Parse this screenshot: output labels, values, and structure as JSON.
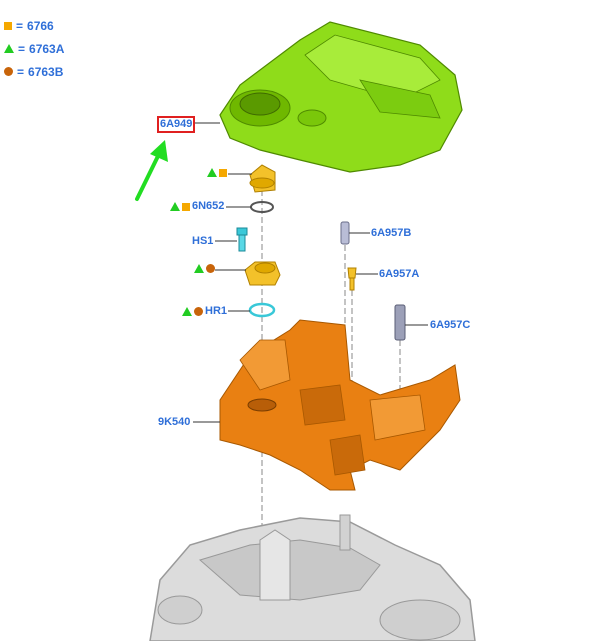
{
  "legend": [
    {
      "symbol": "square-icon",
      "color": "#f5a800",
      "text": "6766"
    },
    {
      "symbol": "triangle-icon",
      "color": "#22cc22",
      "text": "6763A"
    },
    {
      "symbol": "circle-icon",
      "color": "#c8640a",
      "text": "6763B"
    }
  ],
  "callouts": {
    "cover": "6A949",
    "cap": "6N652",
    "bolt": "HS1",
    "ring": "HR1",
    "stud_b": "6A957B",
    "stud_a": "6A957A",
    "stud_c": "6A957C",
    "bracket": "9K540"
  },
  "colors": {
    "label": "#2f6fd8",
    "cover": "#8fdc1a",
    "bracket": "#e98012",
    "cap": "#f3c12a",
    "bolt": "#39c8d8",
    "engine": "#d8d8d8",
    "arrow": "#22dd22",
    "highlight": "#e02020"
  }
}
